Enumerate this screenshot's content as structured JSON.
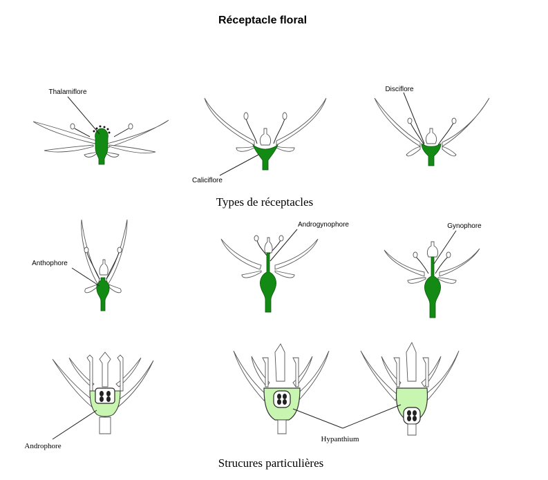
{
  "title": "Réceptacle floral",
  "sections": [
    {
      "heading": "",
      "labels": {
        "a": "Thalamiflore",
        "b": "Caliciflore",
        "c": "Disciflore"
      }
    },
    {
      "heading": "Types de réceptacles",
      "labels": {
        "a": "Anthophore",
        "b": "Androgynophore",
        "c": "Gynophore"
      }
    },
    {
      "heading": "Strucures particulières",
      "labels": {
        "a": "Androphore",
        "b": "Hypanthium"
      }
    }
  ],
  "colors": {
    "receptacle": "#138a13",
    "hypanthium": "#c8f5b0",
    "outline": "#555555"
  }
}
